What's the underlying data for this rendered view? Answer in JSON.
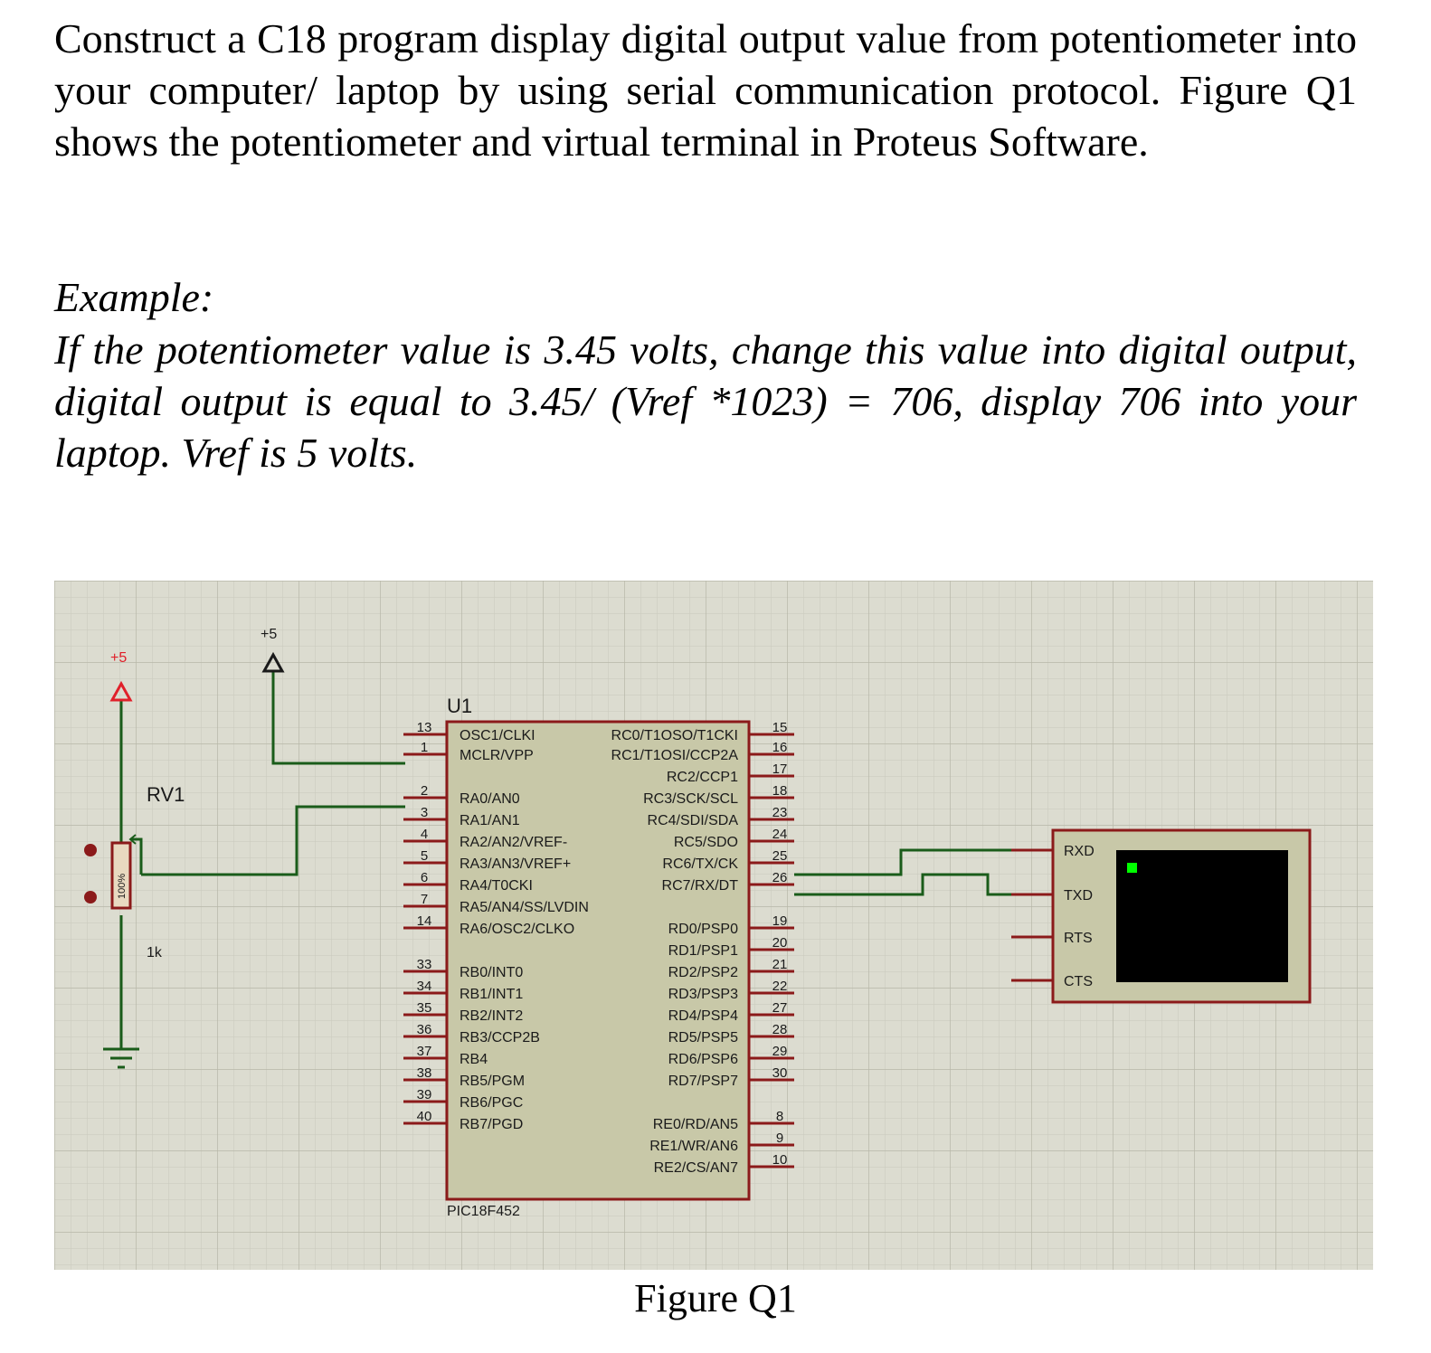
{
  "question": "Construct a C18 program display digital output value from potentiometer into your computer/ laptop by using serial communication protocol. Figure Q1 shows the potentiometer and virtual terminal in Proteus Software.",
  "example_label": "Example:",
  "example_text": "If the potentiometer value is 3.45 volts, change this value into digital output, digital output is equal to 3.45/ (Vref *1023) = 706, display 706 into your laptop. Vref is 5 volts.",
  "schematic": {
    "colors": {
      "background": "#dcdcd0",
      "grid": "#c4c4b6",
      "wire": "#1a5c1a",
      "component": "#8b1a1a",
      "chip_fill": "#c8c8a8",
      "terminal_screen": "#000000",
      "cursor": "#00ff00"
    },
    "power_rv1": "+5",
    "power_mclr": "+5",
    "pot_label": "RV1",
    "pot_value": "1k",
    "pot_percent": "100%",
    "chip_ref": "U1",
    "chip_part": "PIC18F452",
    "left_pins": [
      {
        "num": "13",
        "name": "OSC1/CLKI"
      },
      {
        "num": "1",
        "name": "MCLR/VPP"
      },
      {
        "num": "2",
        "name": "RA0/AN0"
      },
      {
        "num": "3",
        "name": "RA1/AN1"
      },
      {
        "num": "4",
        "name": "RA2/AN2/VREF-"
      },
      {
        "num": "5",
        "name": "RA3/AN3/VREF+"
      },
      {
        "num": "6",
        "name": "RA4/T0CKI"
      },
      {
        "num": "7",
        "name": "RA5/AN4/SS/LVDIN"
      },
      {
        "num": "14",
        "name": "RA6/OSC2/CLKO"
      },
      {
        "num": "33",
        "name": "RB0/INT0"
      },
      {
        "num": "34",
        "name": "RB1/INT1"
      },
      {
        "num": "35",
        "name": "RB2/INT2"
      },
      {
        "num": "36",
        "name": "RB3/CCP2B"
      },
      {
        "num": "37",
        "name": "RB4"
      },
      {
        "num": "38",
        "name": "RB5/PGM"
      },
      {
        "num": "39",
        "name": "RB6/PGC"
      },
      {
        "num": "40",
        "name": "RB7/PGD"
      }
    ],
    "right_pins": [
      {
        "num": "15",
        "name": "RC0/T1OSO/T1CKI"
      },
      {
        "num": "16",
        "name": "RC1/T1OSI/CCP2A"
      },
      {
        "num": "17",
        "name": "RC2/CCP1"
      },
      {
        "num": "18",
        "name": "RC3/SCK/SCL"
      },
      {
        "num": "23",
        "name": "RC4/SDI/SDA"
      },
      {
        "num": "24",
        "name": "RC5/SDO"
      },
      {
        "num": "25",
        "name": "RC6/TX/CK"
      },
      {
        "num": "26",
        "name": "RC7/RX/DT"
      },
      {
        "num": "19",
        "name": "RD0/PSP0"
      },
      {
        "num": "20",
        "name": "RD1/PSP1"
      },
      {
        "num": "21",
        "name": "RD2/PSP2"
      },
      {
        "num": "22",
        "name": "RD3/PSP3"
      },
      {
        "num": "27",
        "name": "RD4/PSP4"
      },
      {
        "num": "28",
        "name": "RD5/PSP5"
      },
      {
        "num": "29",
        "name": "RD6/PSP6"
      },
      {
        "num": "30",
        "name": "RD7/PSP7"
      },
      {
        "num": "8",
        "name": "RE0/RD/AN5"
      },
      {
        "num": "9",
        "name": "RE1/WR/AN6"
      },
      {
        "num": "10",
        "name": "RE2/CS/AN7"
      }
    ],
    "terminal_pins": [
      "RXD",
      "TXD",
      "RTS",
      "CTS"
    ]
  },
  "figure_caption": "Figure Q1"
}
